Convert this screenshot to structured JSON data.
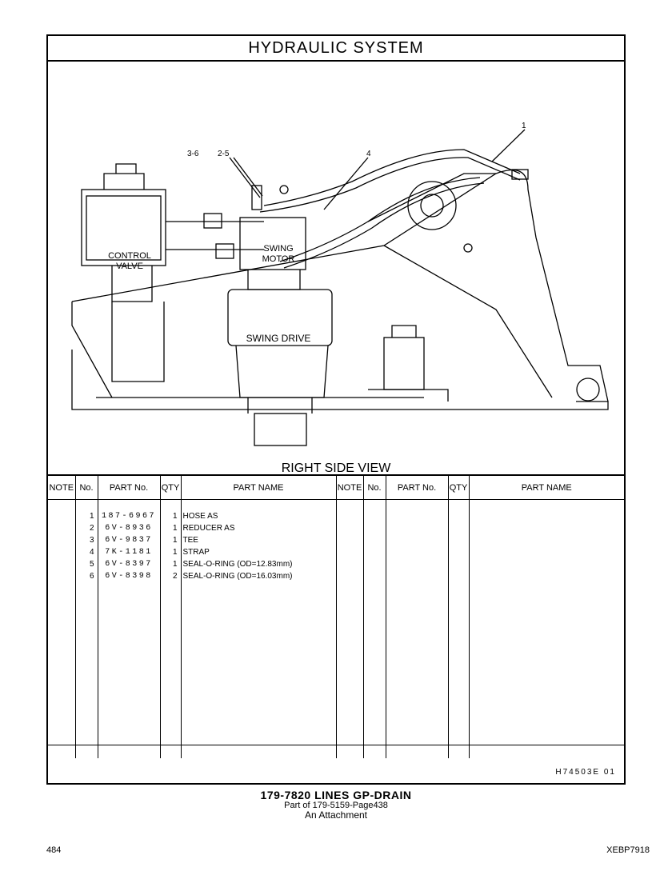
{
  "title": "HYDRAULIC SYSTEM",
  "drawing": {
    "view_label": "RIGHT SIDE VIEW",
    "labels": {
      "control_valve": "CONTROL\nVALVE",
      "swing_motor": "SWING\nMOTOR",
      "swing_drive": "SWING DRIVE"
    },
    "callouts": [
      "1",
      "2-5",
      "3-6",
      "4"
    ]
  },
  "table": {
    "headers": [
      "NOTE",
      "No.",
      "PART No.",
      "QTY",
      "PART NAME",
      "NOTE",
      "No.",
      "PART No.",
      "QTY",
      "PART NAME"
    ],
    "rows": [
      {
        "no": "1",
        "part_no": "187-6967",
        "qty": "1",
        "name": "HOSE AS"
      },
      {
        "no": "2",
        "part_no": "6V-8936",
        "qty": "1",
        "name": "REDUCER AS"
      },
      {
        "no": "3",
        "part_no": "6V-9837",
        "qty": "1",
        "name": "TEE"
      },
      {
        "no": "4",
        "part_no": "7K-1181",
        "qty": "1",
        "name": "STRAP"
      },
      {
        "no": "5",
        "part_no": "6V-8397",
        "qty": "1",
        "name": "SEAL-O-RING (OD=12.83mm)"
      },
      {
        "no": "6",
        "part_no": "6V-8398",
        "qty": "2",
        "name": "SEAL-O-RING (OD=16.03mm)"
      }
    ]
  },
  "reference": "H74503E  01",
  "caption": {
    "line1": "179-7820  LINES GP-DRAIN",
    "line2": "Part of 179-5159-Page438",
    "line3": "An Attachment"
  },
  "page_number": "484",
  "doc_id": "XEBP7918"
}
